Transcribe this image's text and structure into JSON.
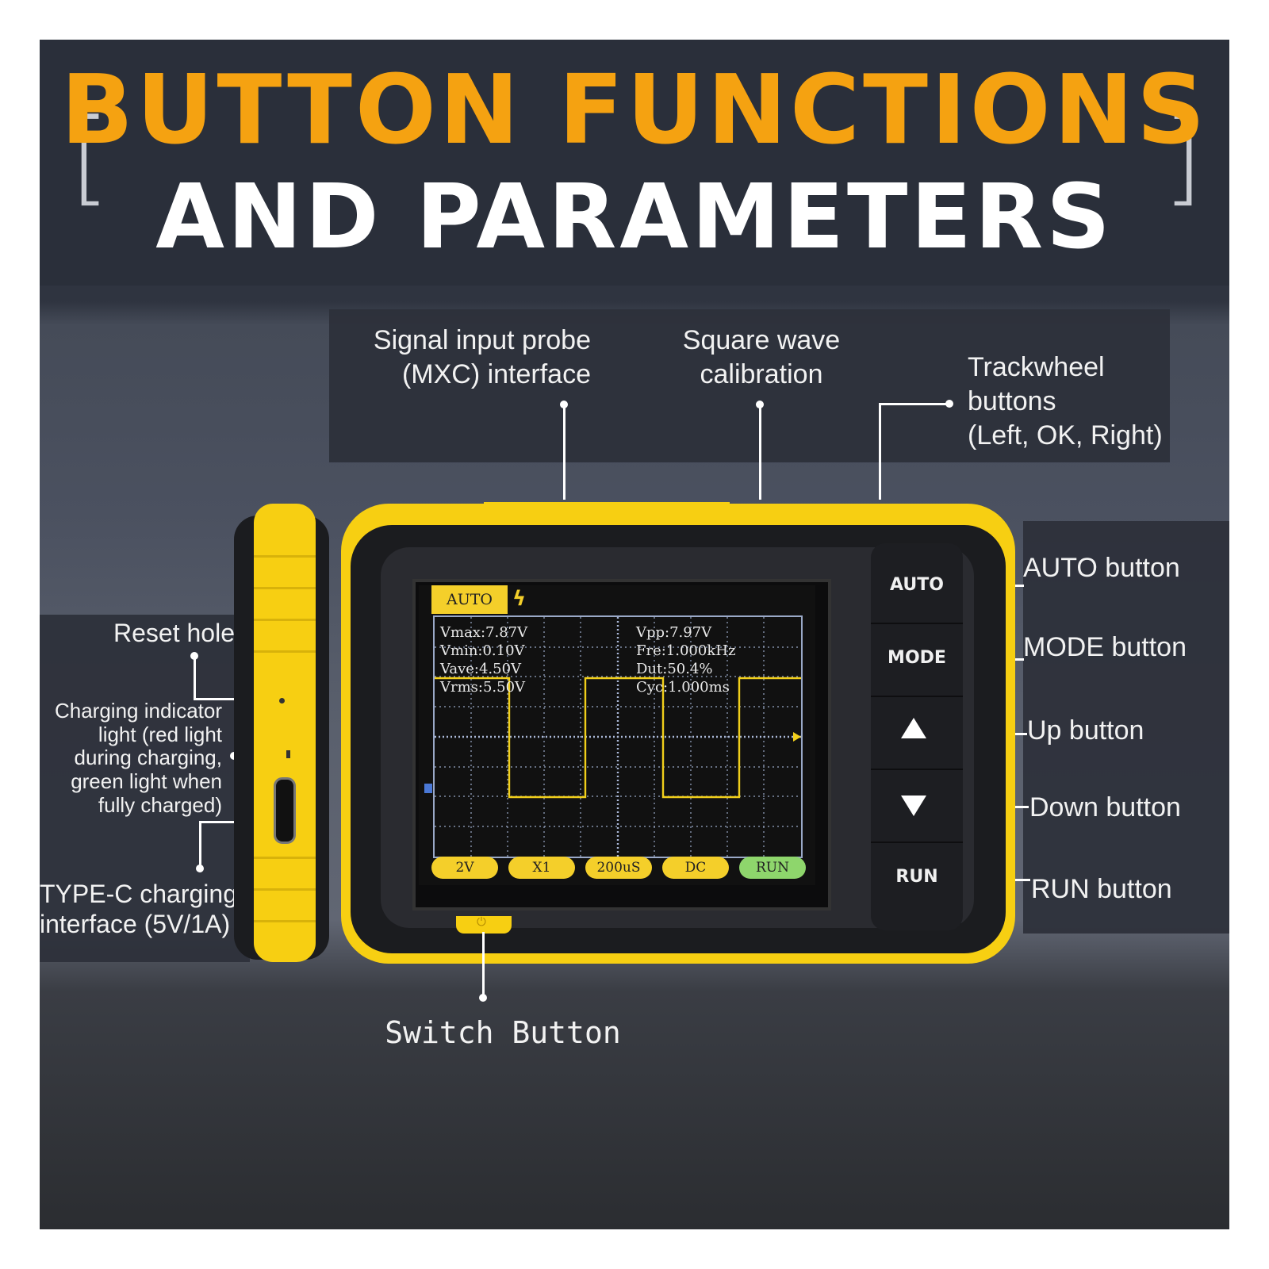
{
  "title": {
    "line1": "BUTTON FUNCTIONS",
    "line2": "AND PARAMETERS",
    "bracket_left": "[",
    "bracket_right": "]"
  },
  "colors": {
    "accent": "#f5a211",
    "device_yellow": "#f7cf12",
    "run_green": "#8ed66c"
  },
  "top_callouts": {
    "probe": {
      "line1": "Signal input probe",
      "line2": "(MXC) interface"
    },
    "square_wave": {
      "line1": "Square wave",
      "line2": "calibration"
    },
    "trackwheel": {
      "line1": "Trackwheel",
      "line2": "buttons",
      "line3": "(Left, OK, Right)"
    }
  },
  "right_callouts": {
    "auto": "AUTO button",
    "mode": "MODE button",
    "up": "Up button",
    "down": "Down button",
    "run": "RUN button"
  },
  "left_callouts": {
    "reset": "Reset hole",
    "charging_indicator": [
      "Charging indicator",
      "light (red light",
      "during charging,",
      "green light when",
      "fully charged)"
    ],
    "typec": {
      "line1": "TYPE-C charging",
      "line2": "interface (5V/1A)"
    }
  },
  "bottom_callout": "Switch Button",
  "device": {
    "buttons": {
      "auto": "AUTO",
      "mode": "MODE",
      "up_icon": "triangle-up-icon",
      "down_icon": "triangle-down-icon",
      "run": "RUN"
    },
    "screen": {
      "mode_tab": "AUTO",
      "trigger_icon": "ϟ",
      "measurements_left": [
        "Vmax:7.87V",
        "Vmin:0.10V",
        "Vave:4.50V",
        "Vrms:5.50V"
      ],
      "measurements_right": [
        "Vpp:7.97V",
        "Fre:1.000kHz",
        "Dut:50.4%",
        "Cyc:1.000ms"
      ],
      "bottom_bar": [
        "2V",
        "X1",
        "200uS",
        "DC",
        "RUN"
      ]
    }
  }
}
